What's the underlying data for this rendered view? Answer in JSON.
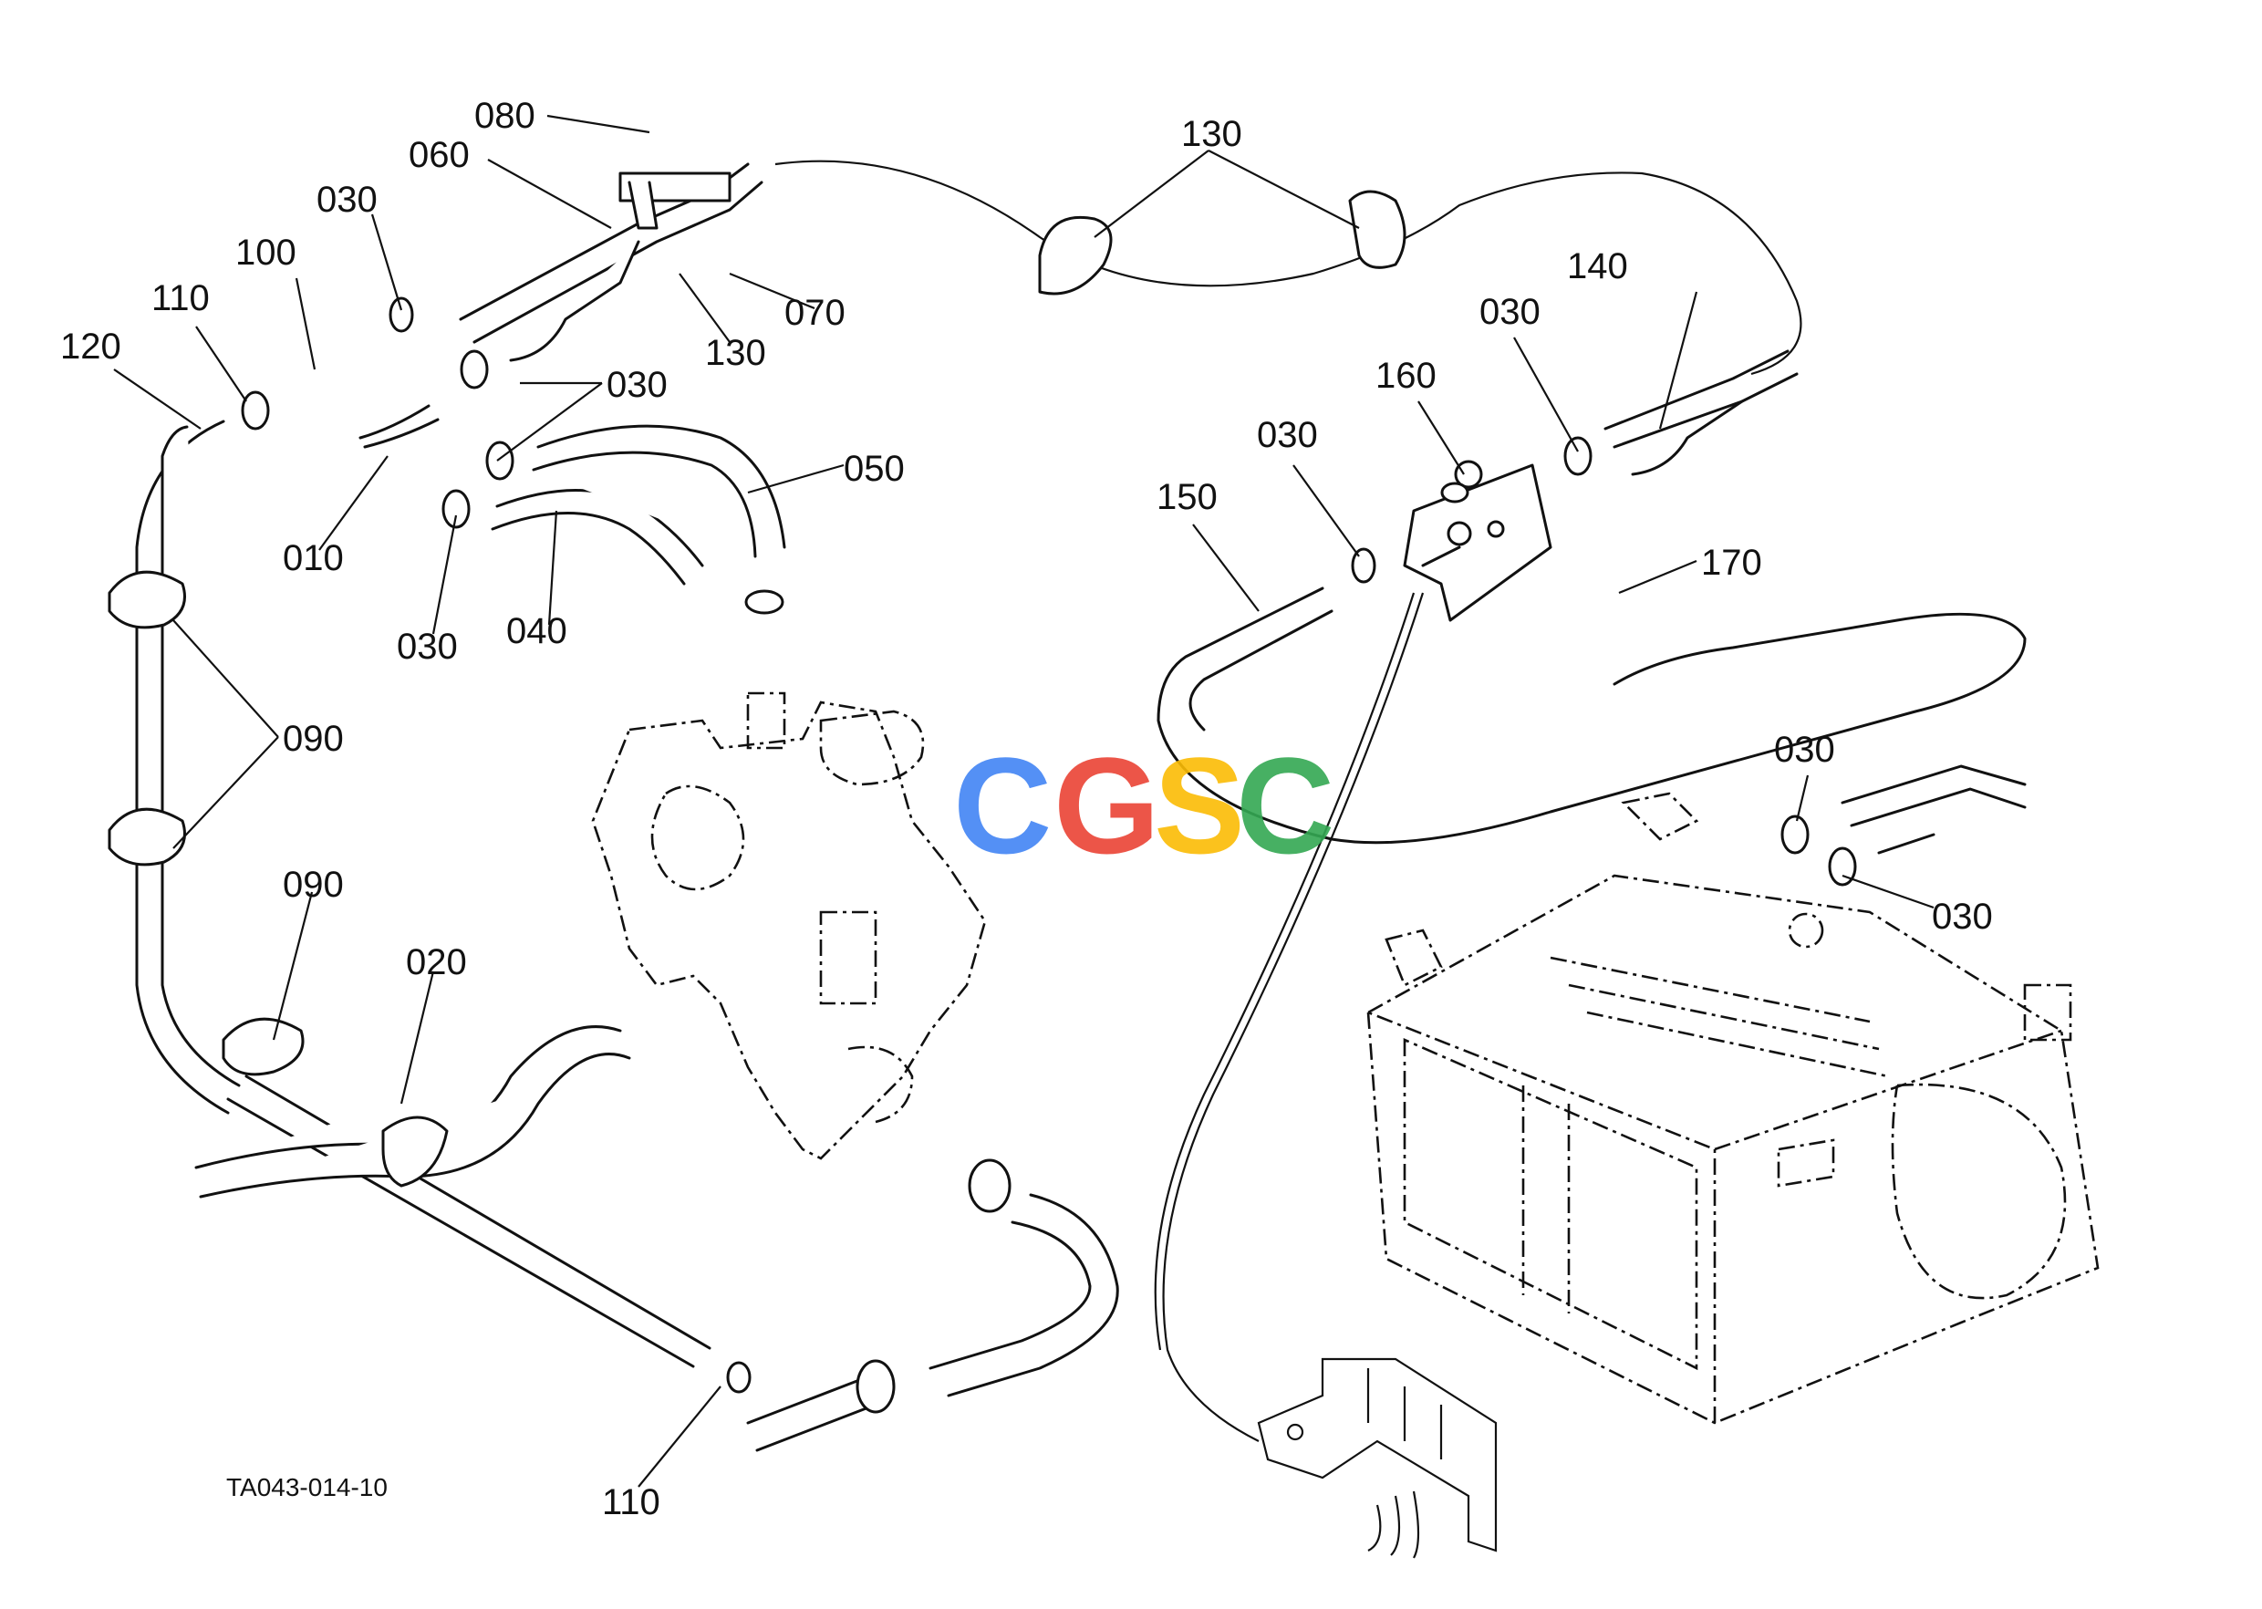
{
  "drawing_code": "TA043-014-10",
  "watermark": {
    "letters": [
      "C",
      "G",
      "S",
      "C"
    ],
    "colors": [
      "#4285F4",
      "#EA4335",
      "#FBBC05",
      "#34A853"
    ]
  },
  "callouts": {
    "c080": "080",
    "c060": "060",
    "c030a": "030",
    "c100": "100",
    "c110a": "110",
    "c120": "120",
    "c130top": "130",
    "c130": "130",
    "c070": "070",
    "c030b": "030",
    "c050": "050",
    "c010": "010",
    "c030c": "030",
    "c040": "040",
    "c090a": "090",
    "c090b": "090",
    "c020": "020",
    "c110b": "110",
    "c140": "140",
    "c030d": "030",
    "c160": "160",
    "c030e": "030",
    "c150": "150",
    "c170": "170",
    "c030f": "030",
    "c030g": "030"
  }
}
